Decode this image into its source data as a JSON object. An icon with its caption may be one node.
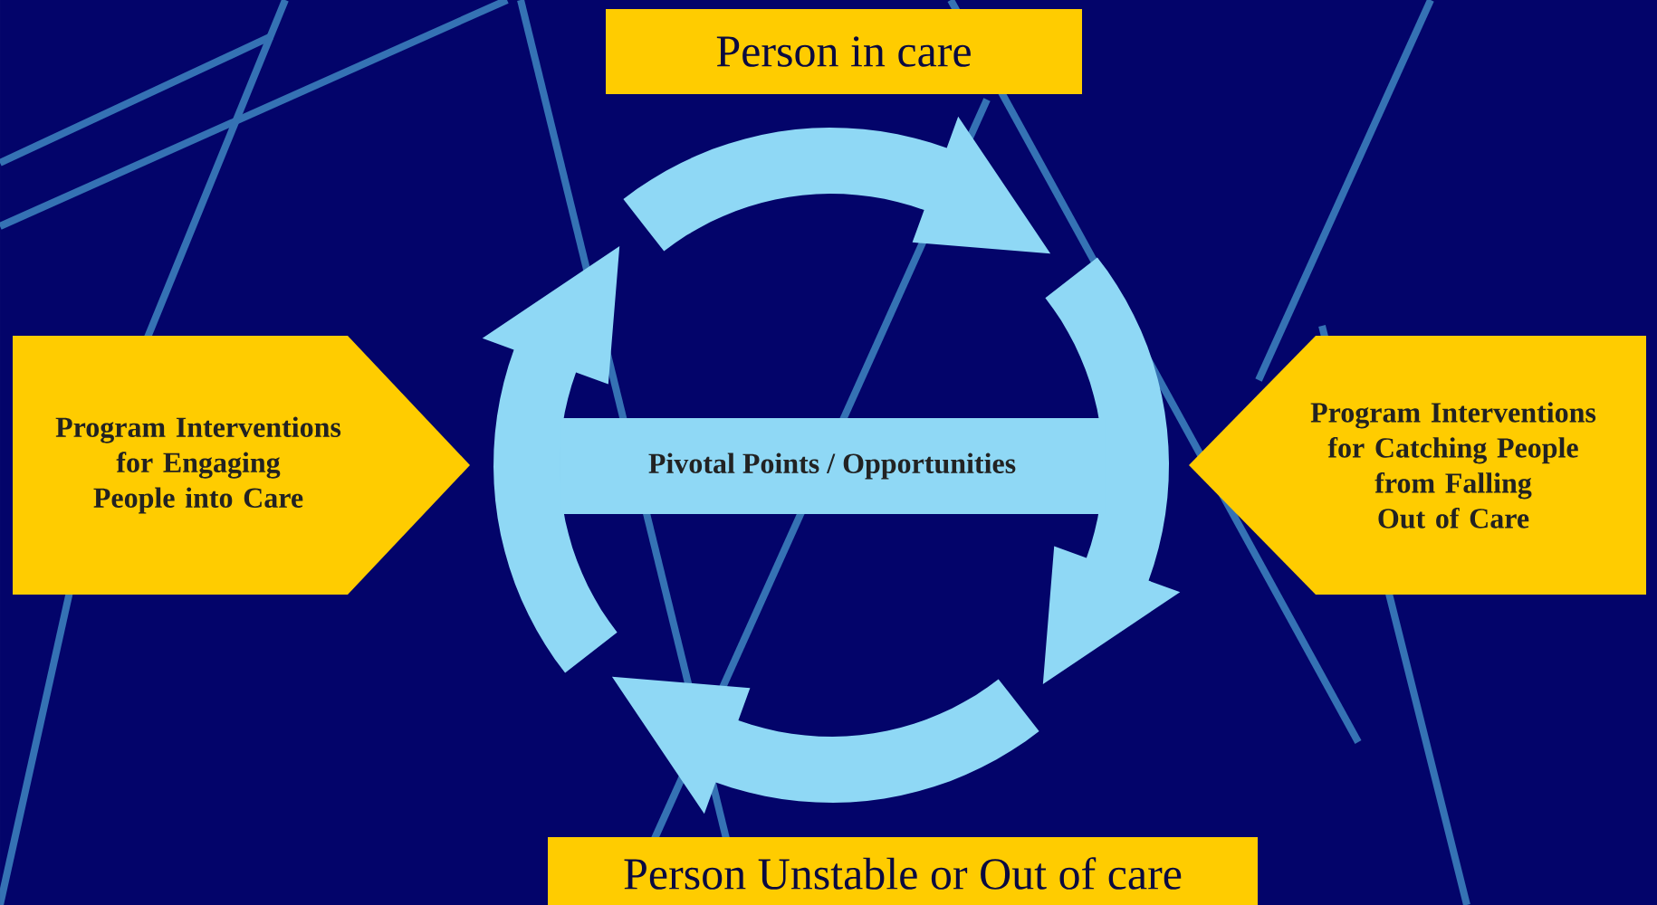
{
  "diagram": {
    "nodes": [
      {
        "text": [
          "Person in care"
        ]
      },
      {
        "text": [
          "Program Interventions for Engaging People into Care"
        ]
      },
      {
        "text": [
          "Pivotal Points / Opportunities"
        ]
      },
      {
        "text": [
          "Program Interventions for Catching People from Falling Out of Care"
        ]
      },
      {
        "text": [
          "Person Unstable or Out of care"
        ]
      }
    ]
  }
}
